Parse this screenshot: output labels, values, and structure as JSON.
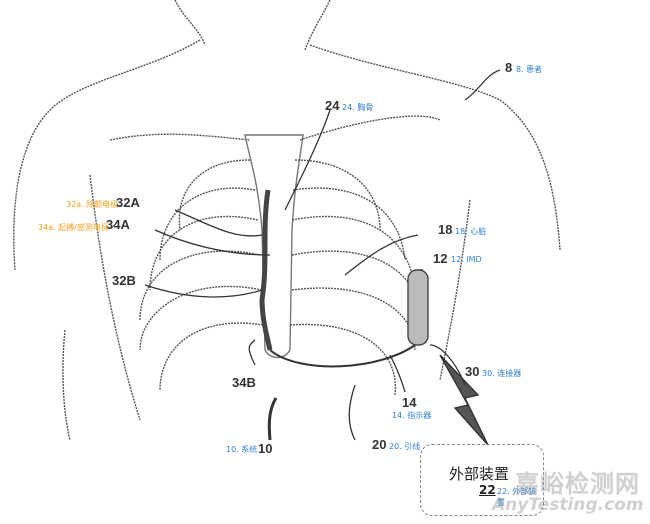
{
  "labels": {
    "patient": {
      "num": "8",
      "cn": "8. 患者"
    },
    "sternum": {
      "num": "24",
      "cn": "24. 胸骨"
    },
    "elec_32a": {
      "num": "32A",
      "cn": "32a. 除颤电极"
    },
    "elec_34a": {
      "num": "34A",
      "cn": "34a. 起搏/感测电极"
    },
    "elec_32b": {
      "num": "32B"
    },
    "elec_34b": {
      "num": "34B"
    },
    "heart": {
      "num": "18",
      "cn": "18. 心脏"
    },
    "imd": {
      "num": "12",
      "cn": "12. IMD"
    },
    "connector": {
      "num": "30",
      "cn": "30. 连接器"
    },
    "indicator": {
      "num": "14",
      "cn": "14. 指示器"
    },
    "lead": {
      "num": "20",
      "cn": "20. 引线"
    },
    "system": {
      "num": "10",
      "cn": "10. 系统"
    }
  },
  "external_device": {
    "title": "外部装置",
    "num": "22",
    "cn": "22. 外部装置"
  },
  "watermark": {
    "cn": "嘉峪检测网",
    "en": "AnyTesting.com"
  }
}
